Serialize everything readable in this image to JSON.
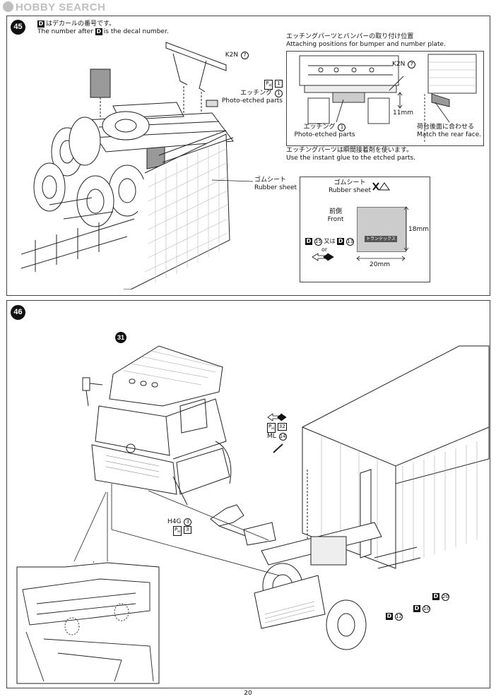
{
  "watermark": {
    "text": "HOBBY SEARCH"
  },
  "page_number": "20",
  "step45": {
    "number": "45",
    "decal_note_jp": "はデカールの番号です。",
    "decal_note_en_1": "The number after",
    "decal_note_en_2": "is the decal number.",
    "d_letter": "D",
    "k2n_label": "K2N",
    "k2n_num": "7",
    "pe_code": "P",
    "pe_sub": "H",
    "pe_num": "1",
    "etching_jp": "エッチング",
    "etching_en": "Photo-etched parts",
    "etching_num": "1",
    "rubber_jp": "ゴムシート",
    "rubber_en": "Rubber sheet",
    "inset1": {
      "title_jp": "エッチングパーツとバンパーの取り付け位置",
      "title_en": "Attaching positions for bumper and number plate.",
      "k2n_label": "K2N",
      "k2n_num": "7",
      "dim_11": "11mm",
      "etching_jp": "エッチング",
      "etching_en": "Photo-etched parts",
      "etching_num": "1",
      "match_jp": "荷台後面に合わせる",
      "match_en": "Match the rear face."
    },
    "glue_jp": "エッチングパーツは瞬間接着剤を使います。",
    "glue_en": "Use the instant glue to the etched parts.",
    "inset2": {
      "rubber_jp": "ゴムシート",
      "rubber_en": "Rubber sheet",
      "front_jp": "前側",
      "front_en": "Front",
      "dim_h": "18mm",
      "dim_w": "20mm",
      "decal_a": "15",
      "or_jp": "又は",
      "or_en": "or",
      "decal_b": "13",
      "sheet_text": "トランテックス"
    }
  },
  "step46": {
    "number": "46",
    "ref_num": "31",
    "pe_code": "P",
    "pe_sub": "H",
    "pe_num_32": "32",
    "ml_label": "ML",
    "ml_num": "14",
    "h4g_label": "H4G",
    "h4g_num": "3",
    "pe_num_3": "3",
    "decal_20": "20",
    "decal_10": "10",
    "decal_12": "12"
  }
}
